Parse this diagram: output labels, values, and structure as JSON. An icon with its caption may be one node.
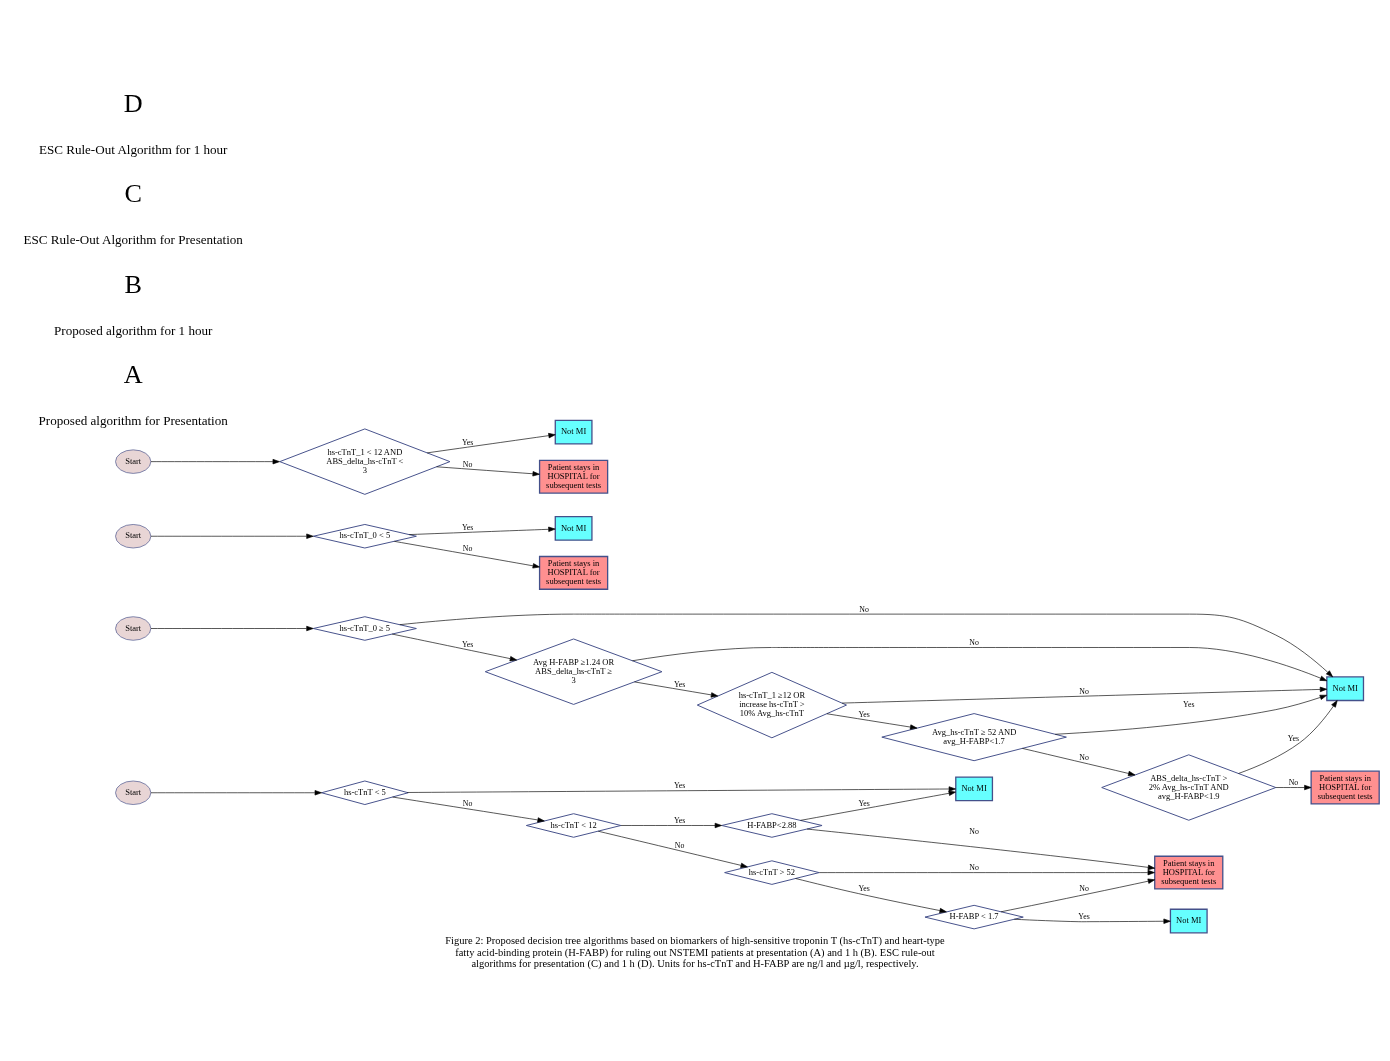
{
  "diagram": {
    "caption": "Figure 2: Proposed decision tree algorithms based on biomarkers of high-sensitive troponin T (hs-cTnT) and heart-type fatty acid-binding protein (H-FABP) for ruling out NSTEMI patients at presentation (A) and 1 h (B). ESC rule-out algorithms for presentation (C) and 1 h (D). Units for hs-cTnT and H-FABP are ng/l and µg/l, respectively.",
    "nodes": [
      {
        "text": [
          "Start"
        ]
      },
      {
        "text": [
          "hs-cTnT < 5"
        ]
      },
      {
        "text": [
          "Not MI"
        ]
      },
      {
        "text": [
          "hs-cTnT < 12"
        ]
      },
      {
        "text": [
          "H-FABP<2.88"
        ]
      },
      {
        "text": [
          "Patient stays in HOSPITAL for subsequent tests"
        ]
      },
      {
        "text": [
          "hs-cTnT > 52"
        ]
      },
      {
        "text": [
          "H-FABP < 1.7"
        ]
      },
      {
        "text": [
          "Not MI"
        ]
      },
      {
        "text": [
          "Start"
        ]
      },
      {
        "text": [
          "hs-cTnT_0 ≥ 5"
        ]
      },
      {
        "text": [
          "Avg H-FABP ≥1.24 OR ABS_delta_hs-cTnT ≥ 3"
        ]
      },
      {
        "text": [
          "hs-cTnT_1 ≥12 OR increase hs-cTnT > 10% Avg_hs-cTnT"
        ]
      },
      {
        "text": [
          "Not MI"
        ]
      },
      {
        "text": [
          "Avg_hs-cTnT ≥ 52 AND avg_H-FABP<1.7"
        ]
      },
      {
        "text": [
          "ABS_delta_hs-cTnT > 2% Avg_hs-cTnT AND avg_H-FABP<1.9"
        ]
      },
      {
        "text": [
          "Patient stays in HOSPITAL for subsequent tests"
        ]
      },
      {
        "text": [
          "Start"
        ]
      },
      {
        "text": [
          "hs-cTnT_0 < 5"
        ]
      },
      {
        "text": [
          "Not MI"
        ]
      },
      {
        "text": [
          "Patient stays in HOSPITAL for subsequent tests"
        ]
      },
      {
        "text": [
          "Start"
        ]
      },
      {
        "text": [
          "hs-cTnT_1 < 12 AND ABS_delta_hs-cTnT < 3"
        ]
      },
      {
        "text": [
          "Not MI"
        ]
      },
      {
        "text": [
          "Patient stays in HOSPITAL for subsequent tests"
        ]
      }
    ],
    "edges": [
      {
        "from": 0,
        "to": 1,
        "arrow": "to"
      },
      {
        "from": 1,
        "to": 2,
        "arrow": "to",
        "label": "Yes"
      },
      {
        "from": 1,
        "to": 3,
        "arrow": "to",
        "label": "No"
      },
      {
        "from": 3,
        "to": 4,
        "arrow": "to",
        "label": "Yes"
      },
      {
        "from": 4,
        "to": 2,
        "arrow": "to",
        "label": "Yes"
      },
      {
        "from": 4,
        "to": 5,
        "arrow": "to",
        "label": "No"
      },
      {
        "from": 3,
        "to": 6,
        "arrow": "to",
        "label": "No"
      },
      {
        "from": 6,
        "to": 7,
        "arrow": "to",
        "label": "Yes"
      },
      {
        "from": 7,
        "to": 5,
        "arrow": "to",
        "label": "No"
      },
      {
        "from": 7,
        "to": 8,
        "arrow": "to",
        "label": "Yes"
      },
      {
        "from": 6,
        "to": 5,
        "arrow": "to",
        "label": "No"
      },
      {
        "from": 9,
        "to": 10,
        "arrow": "to"
      },
      {
        "from": 10,
        "to": 11,
        "arrow": "to",
        "label": "Yes"
      },
      {
        "from": 10,
        "to": 13,
        "arrow": "to",
        "label": "No"
      },
      {
        "from": 11,
        "to": 12,
        "arrow": "to",
        "label": "Yes"
      },
      {
        "from": 11,
        "to": 13,
        "arrow": "to",
        "label": "No"
      },
      {
        "from": 12,
        "to": 14,
        "arrow": "to",
        "label": "Yes"
      },
      {
        "from": 12,
        "to": 13,
        "arrow": "to",
        "label": "No"
      },
      {
        "from": 14,
        "to": 13,
        "arrow": "to",
        "label": "Yes"
      },
      {
        "from": 14,
        "to": 15,
        "arrow": "to",
        "label": "No"
      },
      {
        "from": 15,
        "to": 13,
        "arrow": "to",
        "label": "Yes"
      },
      {
        "from": 15,
        "to": 16,
        "arrow": "to",
        "label": "No"
      },
      {
        "from": 17,
        "to": 18,
        "arrow": "to"
      },
      {
        "from": 18,
        "to": 19,
        "arrow": "to",
        "label": "Yes"
      },
      {
        "from": 18,
        "to": 20,
        "arrow": "to",
        "label": "No"
      },
      {
        "from": 21,
        "to": 22,
        "arrow": "to"
      },
      {
        "from": 22,
        "to": 23,
        "arrow": "to",
        "label": "Yes"
      },
      {
        "from": 22,
        "to": 24,
        "arrow": "to",
        "label": "No"
      }
    ],
    "labels": [
      "Proposed algorithm for Presentation",
      "A",
      "Proposed algorithm for 1 hour",
      "B",
      "ESC Rule-Out Algorithm for Presentation",
      "C",
      "ESC Rule-Out Algorithm for 1 hour",
      "D"
    ]
  }
}
